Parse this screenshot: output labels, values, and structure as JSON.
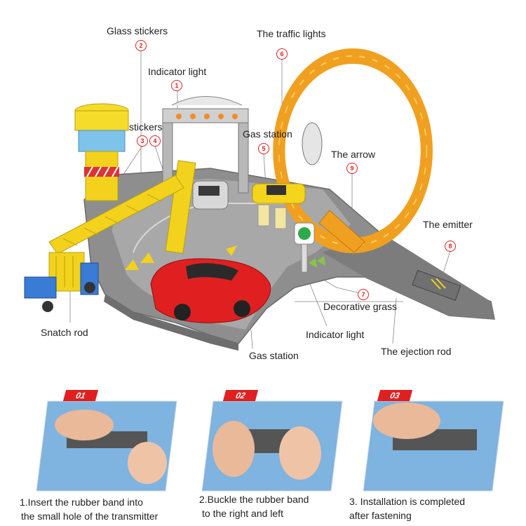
{
  "labels": {
    "glass_stickers": "Glass stickers",
    "indicator_light_top": "Indicator light",
    "stickers": "stickers",
    "traffic_lights": "The traffic lights",
    "gas_station_top": "Gas station",
    "the_arrow": "The arrow",
    "the_emitter": "The emitter",
    "snatch_rod": "Snatch rod",
    "decorative_grass": "Decorative grass",
    "indicator_light_bottom": "Indicator light",
    "gas_station_bottom": "Gas station",
    "ejection_rod": "The ejection rod"
  },
  "numbers": {
    "n1": "1",
    "n2": "2",
    "n3": "3",
    "n4": "4",
    "n5": "5",
    "n6": "6",
    "n7": "7",
    "n8": "8",
    "n9": "9"
  },
  "steps": [
    {
      "badge": "01",
      "line1": "1.Insert the rubber band into",
      "line2": "the small hole of the transmitter"
    },
    {
      "badge": "02",
      "line1": "2.Buckle the rubber band",
      "line2": "to the right and left"
    },
    {
      "badge": "03",
      "line1": "3. Installation is completed",
      "line2": "after fastening"
    }
  ],
  "colors": {
    "accent_red": "#e02020",
    "track_orange": "#f0a020",
    "crane_yellow": "#f2d21c",
    "base_gray": "#8a8a8a"
  }
}
